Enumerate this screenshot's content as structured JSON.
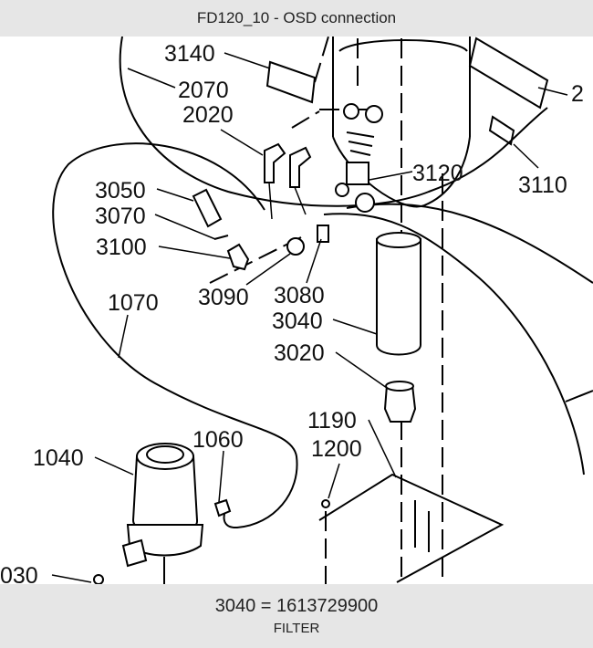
{
  "header": {
    "title": "FD120_10 - OSD connection"
  },
  "callouts": {
    "c3140": "3140",
    "c2070": "2070",
    "c2020": "2020",
    "c2": "2",
    "c3050": "3050",
    "c3070": "3070",
    "c3100": "3100",
    "c3120": "3120",
    "c3110": "3110",
    "c1070": "1070",
    "c3090": "3090",
    "c3080": "3080",
    "c3040": "3040",
    "c3020": "3020",
    "c1190": "1190",
    "c1200": "1200",
    "c1040": "1040",
    "c1060": "1060",
    "c030": "030"
  },
  "footer": {
    "part_line": "3040  =  1613729900",
    "description": "FILTER"
  }
}
